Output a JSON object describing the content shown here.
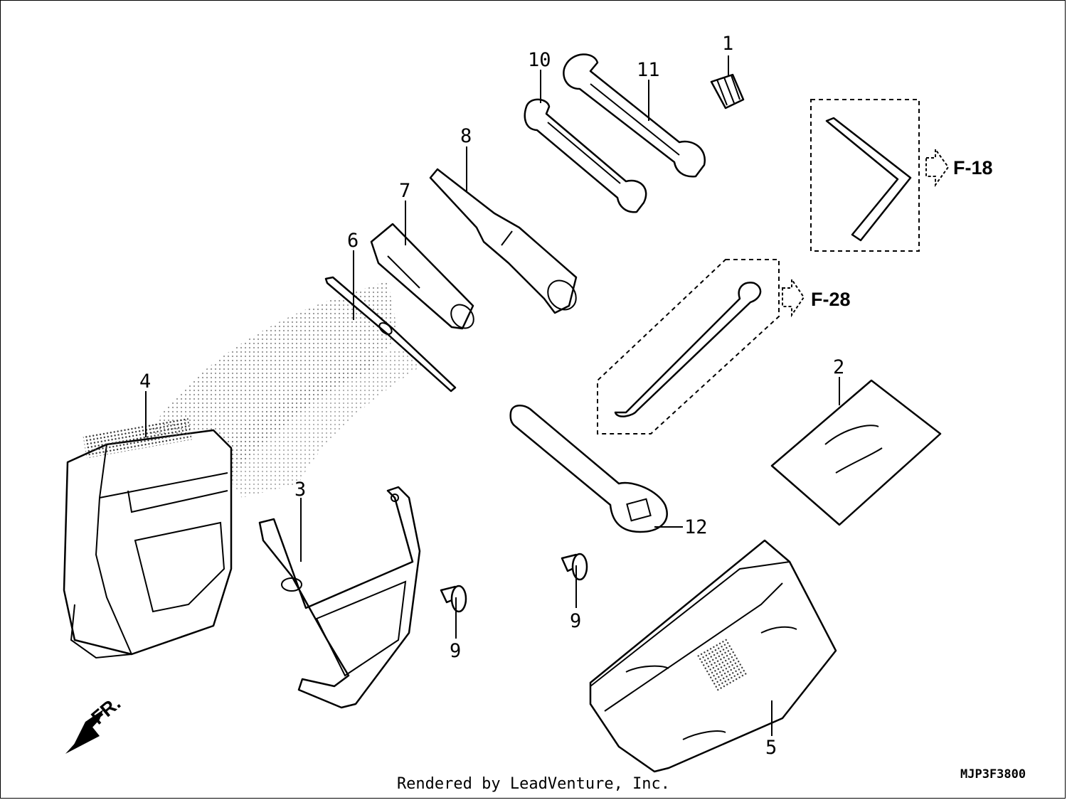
{
  "diagram": {
    "callouts": [
      {
        "id": "c1",
        "label": "1"
      },
      {
        "id": "c2",
        "label": "2"
      },
      {
        "id": "c3",
        "label": "3"
      },
      {
        "id": "c4",
        "label": "4"
      },
      {
        "id": "c5",
        "label": "5"
      },
      {
        "id": "c6",
        "label": "6"
      },
      {
        "id": "c7",
        "label": "7"
      },
      {
        "id": "c8",
        "label": "8"
      },
      {
        "id": "c9a",
        "label": "9"
      },
      {
        "id": "c9b",
        "label": "9"
      },
      {
        "id": "c10",
        "label": "10"
      },
      {
        "id": "c11",
        "label": "11"
      },
      {
        "id": "c12",
        "label": "12"
      }
    ],
    "references": [
      {
        "id": "f18",
        "label": "F-18"
      },
      {
        "id": "f28",
        "label": "F-28"
      }
    ],
    "direction_label": "FR.",
    "diagram_code": "MJP3F3800"
  },
  "footer": {
    "text": "Rendered by LeadVenture, Inc."
  }
}
